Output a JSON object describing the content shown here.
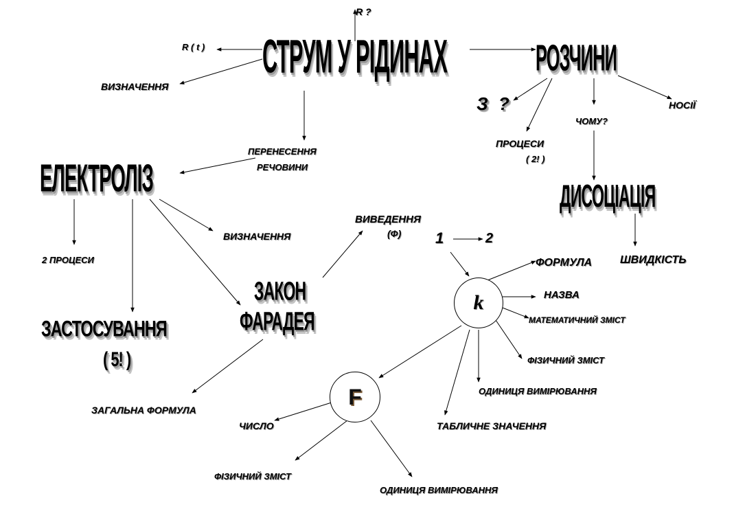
{
  "diagram": {
    "title": "СТРУМ У РІДИНАХ",
    "nodes": {
      "r_question": "R ?",
      "r_t": "R ( t )",
      "definition_top": "ВИЗНАЧЕННЯ",
      "solutions": "РОЗЧИНИ",
      "z_question": "З ?",
      "carriers": "НОСІЇ",
      "why": "ЧОМУ?",
      "processes": "ПРОЦЕСИ",
      "processes_count": "( 2! )",
      "transfer_line1": "ПЕРЕНЕСЕННЯ",
      "transfer_line2": "РЕЧОВИНИ",
      "electrolysis": "ЕЛЕКТРОЛІЗ",
      "dissociation": "ДИСОЦІАЦІЯ",
      "definition_mid": "ВИЗНАЧЕННЯ",
      "derivation_line1": "ВИВЕДЕННЯ",
      "derivation_line2": "(Ф)",
      "num_1": "1",
      "num_2": "2",
      "speed": "ШВИДКІСТЬ",
      "two_processes": "2 ПРОЦЕСИ",
      "formula": "ФОРМУЛА",
      "k": "k",
      "name": "НАЗВА",
      "math_content": "МАТЕМАТИЧНИЙ ЗМІСТ",
      "faraday_line1": "ЗАКОН",
      "faraday_line2": "ФАРАДЕЯ",
      "application_line1": "ЗАСТОСУВАННЯ",
      "application_line2": "( 5! )",
      "phys_content_k": "ФІЗИЧНИЙ ЗМІСТ",
      "unit_k": "ОДИНИЦЯ ВИМІРЮВАННЯ",
      "F": "F",
      "general_formula": "ЗАГАЛЬНА ФОРМУЛА",
      "table_value": "ТАБЛИЧНЕ ЗНАЧЕННЯ",
      "number": "ЧИСЛО",
      "phys_content_F": "ФІЗИЧНИЙ ЗМІСТ",
      "unit_F": "ОДИНИЦЯ ВИМІРЮВАННЯ"
    }
  },
  "colors": {
    "ink": "#000000",
    "shadow": "#9a9a9a",
    "background": "#ffffff"
  }
}
